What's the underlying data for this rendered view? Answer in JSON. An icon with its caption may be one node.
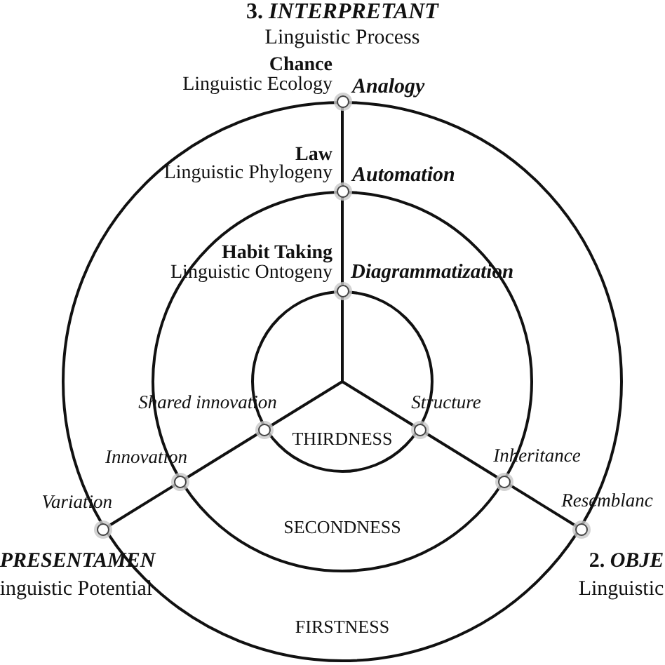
{
  "diagram": {
    "nodes": [
      {
        "text": [
          "FIRSTNESS"
        ]
      },
      {
        "text": [
          "SECONDNESS"
        ],
        "in": 0
      },
      {
        "text": [
          "THIRDNESS"
        ],
        "in": 1
      },
      {
        "text": [],
        "shape": "circle",
        "beside": [
          "3. *INTERPRETANT*",
          "Linguistic Process",
          "Chance",
          "Linguistic Ecology",
          "Analogy"
        ]
      },
      {
        "text": [],
        "shape": "circle",
        "beside": [
          "Law",
          "Linguistic Phylogeny",
          "Automation"
        ],
        "in": 0
      },
      {
        "text": [],
        "shape": "circle",
        "beside": [
          "Habit Taking",
          "Linguistic Ontogeny",
          "Diagrammatization"
        ],
        "in": 1
      },
      {
        "text": [],
        "shape": "circle",
        "in": 2
      },
      {
        "text": [],
        "shape": "circle",
        "in": 2
      },
      {
        "text": [],
        "shape": "circle",
        "beside": [
          "Innovation"
        ],
        "in": 1
      },
      {
        "text": [],
        "shape": "circle",
        "beside": [
          "Inheritance"
        ],
        "in": 1
      },
      {
        "text": [],
        "shape": "circle",
        "beside": [
          "Variation",
          "PRESENTAMEN",
          "inguistic Potential"
        ],
        "in": 0
      },
      {
        "text": [],
        "shape": "circle",
        "beside": [
          "Resemblanc",
          "2. *OBJE*",
          "Linguistic"
        ],
        "in": 0
      }
    ],
    "edges": [
      {
        "from": 5,
        "to": 4,
        "arrow": "none"
      },
      {
        "from": 4,
        "to": 3,
        "arrow": "none"
      },
      {
        "from": 6,
        "to": 8,
        "arrow": "none"
      },
      {
        "from": 8,
        "to": 10,
        "arrow": "none"
      },
      {
        "from": 7,
        "to": 9,
        "arrow": "none"
      },
      {
        "from": 9,
        "to": 11,
        "arrow": "none"
      }
    ],
    "labels": [
      "Shared innovation",
      "Structure"
    ]
  }
}
